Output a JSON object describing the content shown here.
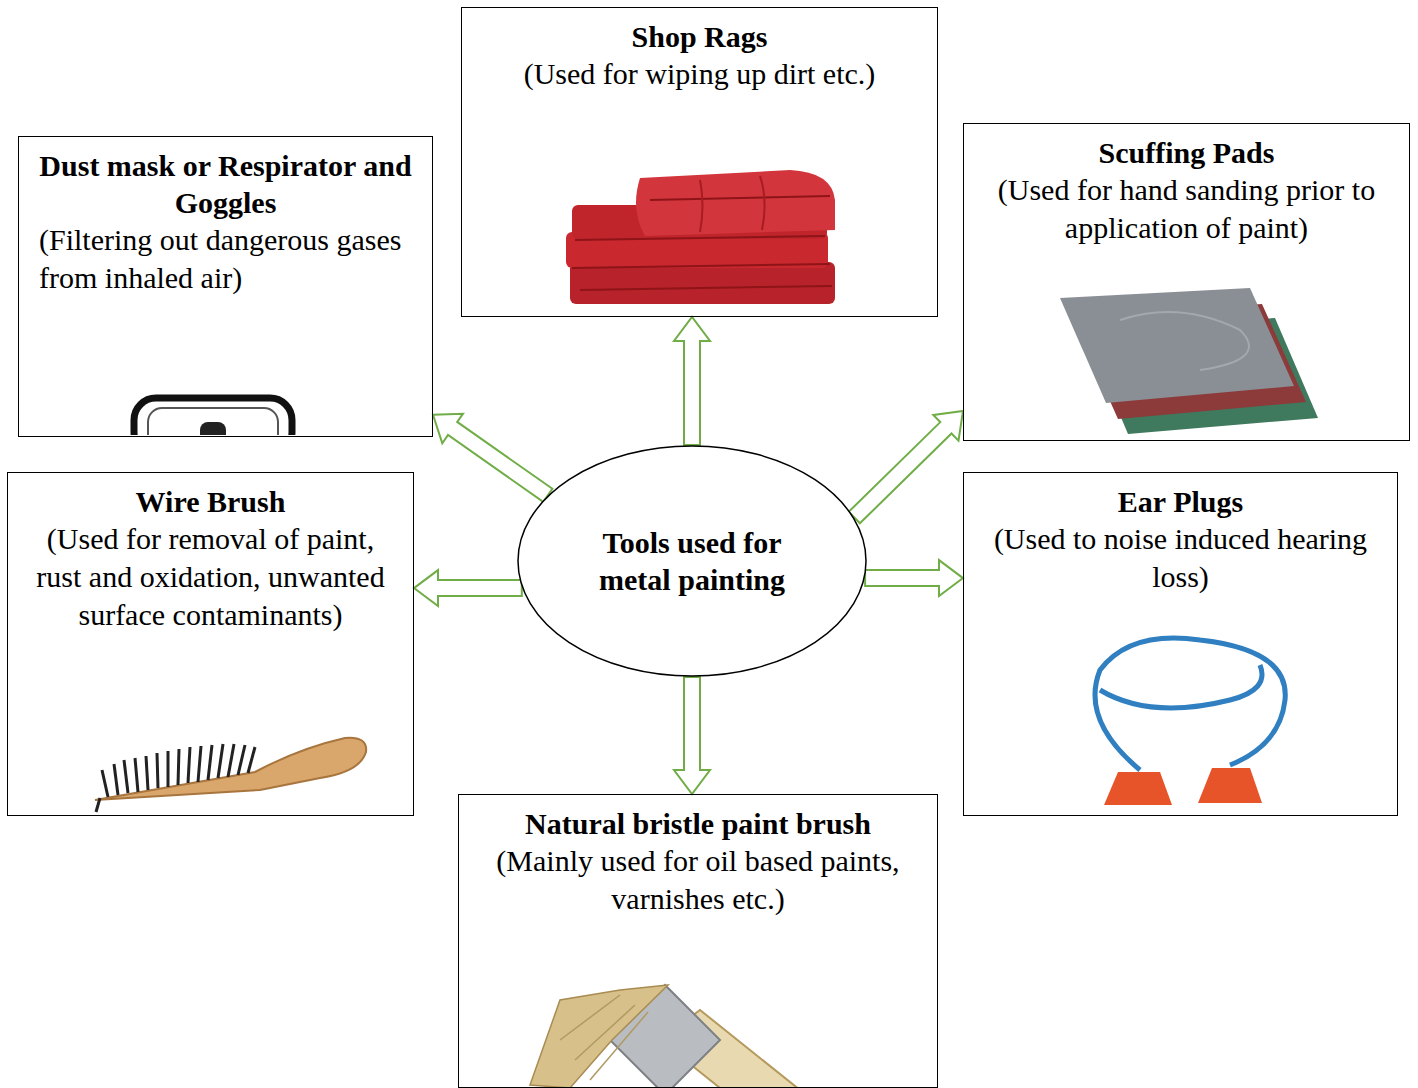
{
  "diagram": {
    "nodes": [
      {
        "text": [
          "Shop Rags",
          "(Used for wiping up dirt etc.)"
        ]
      },
      {
        "text": [
          "Scuffing Pads",
          "(Used for hand sanding prior to application of paint)"
        ]
      },
      {
        "text": [
          "Dust mask or Respirator and Goggles",
          "(Filtering out dangerous gases from inhaled air)"
        ]
      },
      {
        "text": [
          "Tools used for metal painting"
        ]
      },
      {
        "text": [
          "Wire Brush",
          "(Used for removal of paint, rust and oxidation, unwanted surface contaminants)"
        ]
      },
      {
        "text": [
          "Ear Plugs",
          "(Used to noise induced hearing loss)"
        ]
      },
      {
        "text": [
          "Natural bristle paint brush",
          "(Mainly used for oil based paints, varnishes etc.)"
        ]
      }
    ],
    "edges": [
      {
        "from": 3,
        "to": 0,
        "arrow": "to"
      },
      {
        "from": 3,
        "to": 1,
        "arrow": "to"
      },
      {
        "from": 3,
        "to": 2,
        "arrow": "to"
      },
      {
        "from": 3,
        "to": 4,
        "arrow": "to"
      },
      {
        "from": 3,
        "to": 5,
        "arrow": "to"
      },
      {
        "from": 3,
        "to": 6,
        "arrow": "to"
      }
    ]
  }
}
